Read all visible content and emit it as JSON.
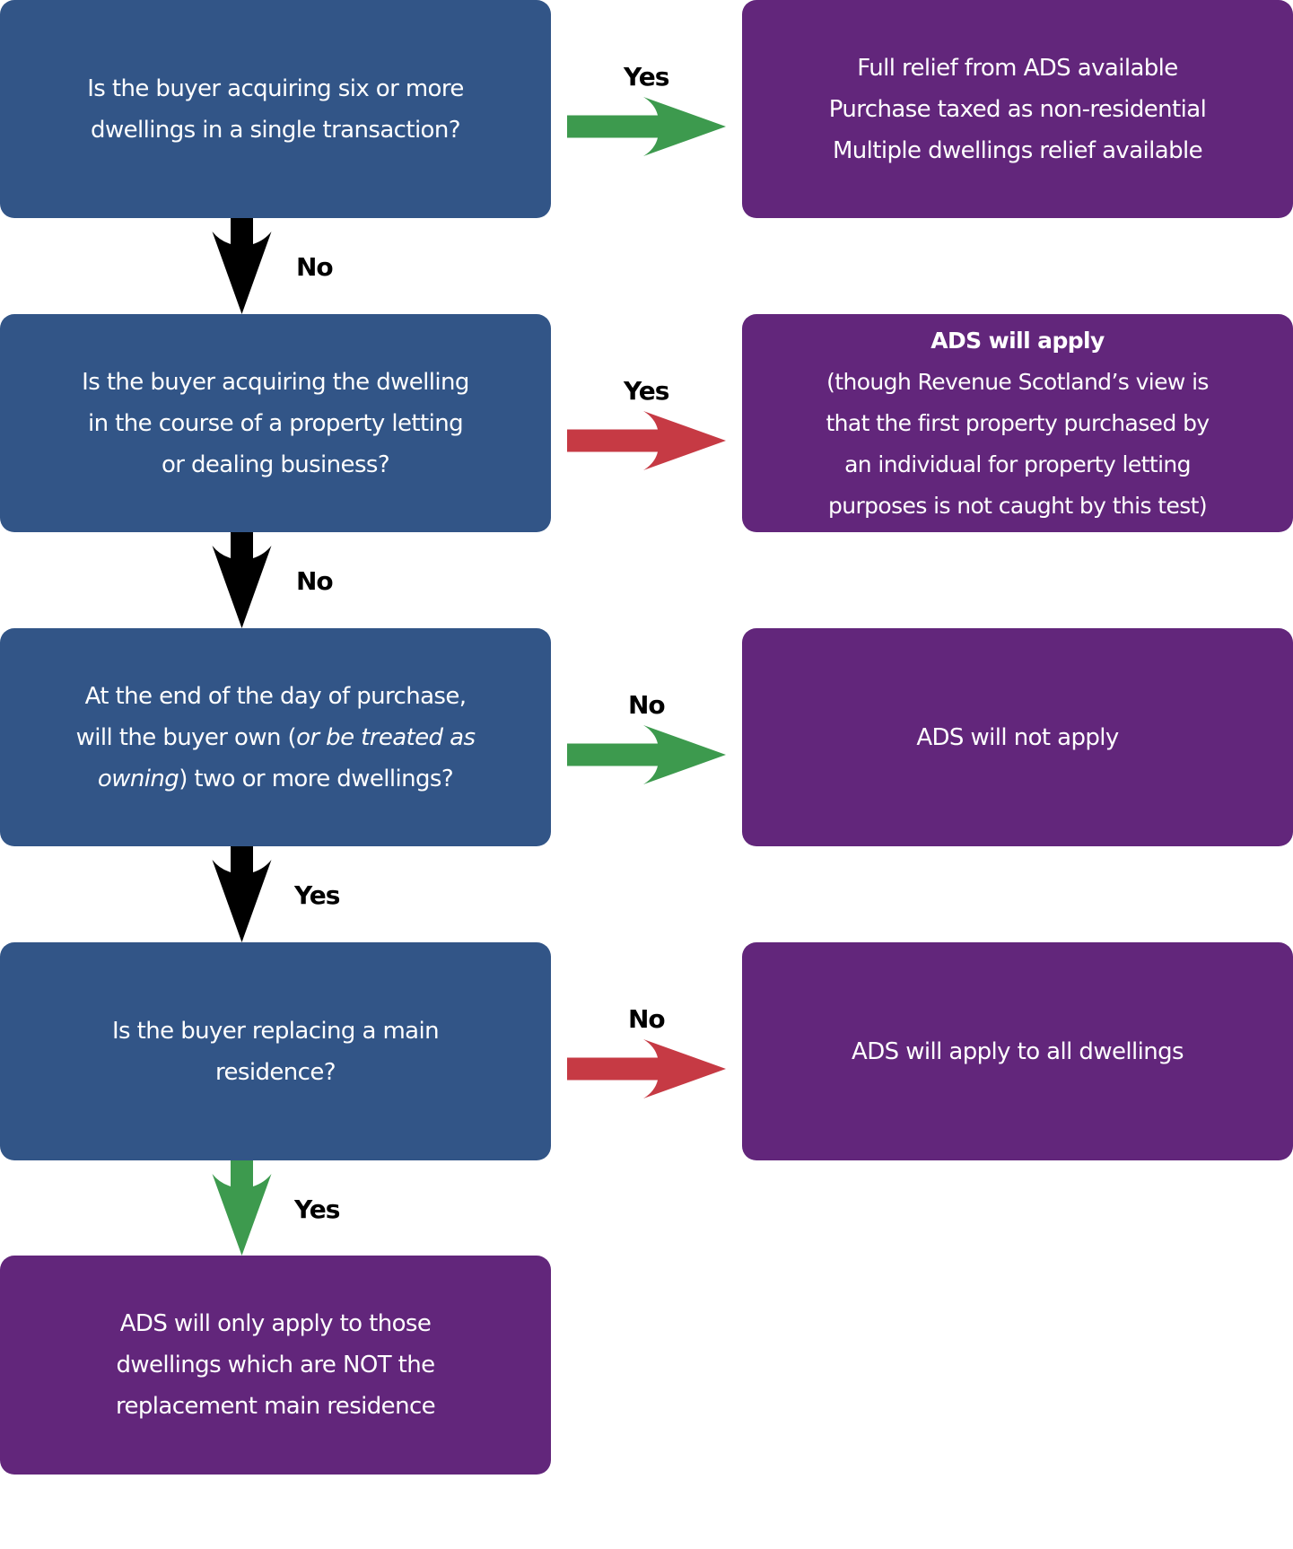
{
  "colors": {
    "question_box": "#325587",
    "outcome_box": "#62267B",
    "arrow_green": "#3D9A4E",
    "arrow_red": "#C63A44",
    "arrow_black": "#000000"
  },
  "questions": [
    {
      "lines": [
        "Is the buyer acquiring six or more",
        "dwellings in a single transaction?"
      ]
    },
    {
      "lines": [
        "Is the buyer acquiring the dwelling",
        "in the course of a property letting",
        "or dealing business?"
      ]
    },
    {
      "line1": "At the end of the day of purchase,",
      "line2_pre": "will the buyer own (",
      "line2_italic": "or be treated as",
      "line3_italic": "owning",
      "line3_post": ") two or more dwellings?"
    },
    {
      "lines": [
        "Is the buyer replacing a main",
        "residence?"
      ]
    }
  ],
  "outcomes": [
    {
      "lines": [
        "Full relief from ADS available",
        "Purchase taxed as non-residential",
        "Multiple dwellings relief available"
      ]
    },
    {
      "heading": "ADS will apply",
      "lines": [
        "(though Revenue Scotland’s view is",
        "that the first property purchased by",
        "an individual for property letting",
        "purposes is not caught by this test)"
      ]
    },
    {
      "lines": [
        "ADS will not apply"
      ]
    },
    {
      "lines": [
        "ADS will apply to all dwellings"
      ]
    }
  ],
  "final_outcome": {
    "lines": [
      "ADS will only apply to those",
      "dwellings which are NOT the",
      "replacement main residence"
    ]
  },
  "horizontal_arrows": [
    {
      "label": "Yes",
      "color": "green",
      "icon": "arrow-right-icon"
    },
    {
      "label": "Yes",
      "color": "red",
      "icon": "arrow-right-icon"
    },
    {
      "label": "No",
      "color": "green",
      "icon": "arrow-right-icon"
    },
    {
      "label": "No",
      "color": "red",
      "icon": "arrow-right-icon"
    }
  ],
  "vertical_arrows": [
    {
      "label": "No",
      "color": "black",
      "icon": "arrow-down-icon"
    },
    {
      "label": "No",
      "color": "black",
      "icon": "arrow-down-icon"
    },
    {
      "label": "Yes",
      "color": "black",
      "icon": "arrow-down-icon"
    },
    {
      "label": "Yes",
      "color": "green",
      "icon": "arrow-down-icon"
    }
  ]
}
